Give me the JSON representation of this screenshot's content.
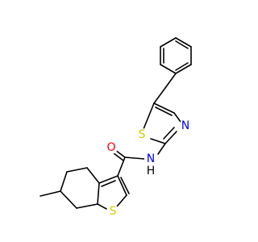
{
  "molecule": {
    "atoms": {
      "O": {
        "text": "O",
        "color": "#ff0000"
      },
      "NH": {
        "text": "N",
        "color": "#0000ff",
        "h_text": "H",
        "h_color": "#000000"
      },
      "N_ring": {
        "text": "N",
        "color": "#0000ff"
      },
      "S_thiazole": {
        "text": "S",
        "color": "#cccc00"
      },
      "S_thiophene": {
        "text": "S",
        "color": "#cccc00"
      }
    },
    "bond_color": "#000000",
    "background": "#ffffff"
  }
}
